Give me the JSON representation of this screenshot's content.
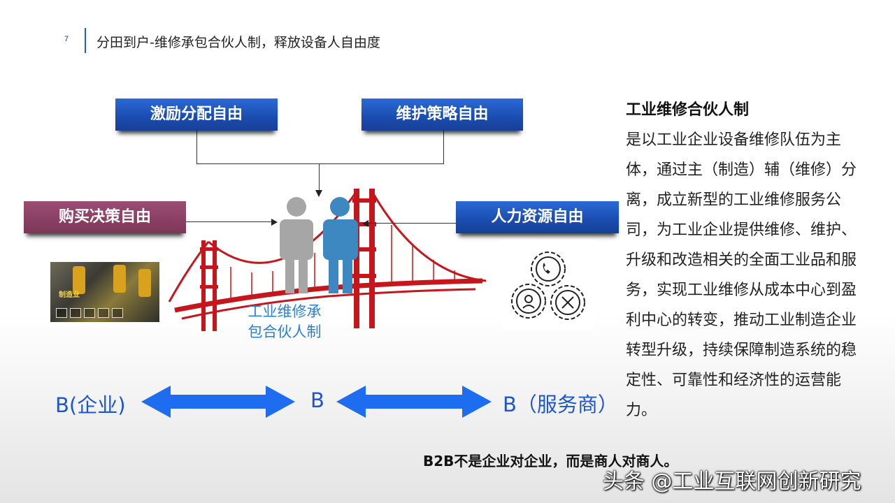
{
  "header": {
    "slide_number": "7",
    "title": "分田到户-维修承包合伙人制，释放设备人自由度"
  },
  "freedoms": {
    "incentive": "激励分配自由",
    "maintenance": "维护策略自由",
    "purchase": "购买决策自由",
    "hr": "人力资源自由"
  },
  "center_label": {
    "line1": "工业维修承",
    "line2": "包合伙人制"
  },
  "factory_photo": {
    "tag": "制造业"
  },
  "b_row": {
    "left": "B(企业)",
    "middle": "B",
    "right": "B（服务商）"
  },
  "description": {
    "title": "工业维修合伙人制",
    "body": "是以工业企业设备维修队伍为主体，通过主（制造）辅（维修）分离，成立新型的工业维修服务公司，为工业企业提供维修、维护、升级和改造相关的全面工业品和服务，实现工业维修从成本中心到盈利中心的转变，推动工业制造企业转型升级，持续保障制造系统的稳定性、可靠性和经济性的运营能力。"
  },
  "footer": {
    "b2b_note": "B2B不是企业对企业，而是商人对商人。",
    "watermark": "头条 @工业互联网创新研究"
  },
  "colors": {
    "blue_box": "#1a4cb0",
    "purple_box": "#7d3658",
    "bridge": "#c4161c",
    "arrow": "#1e6cf0",
    "label_blue": "#2a7fd8"
  }
}
